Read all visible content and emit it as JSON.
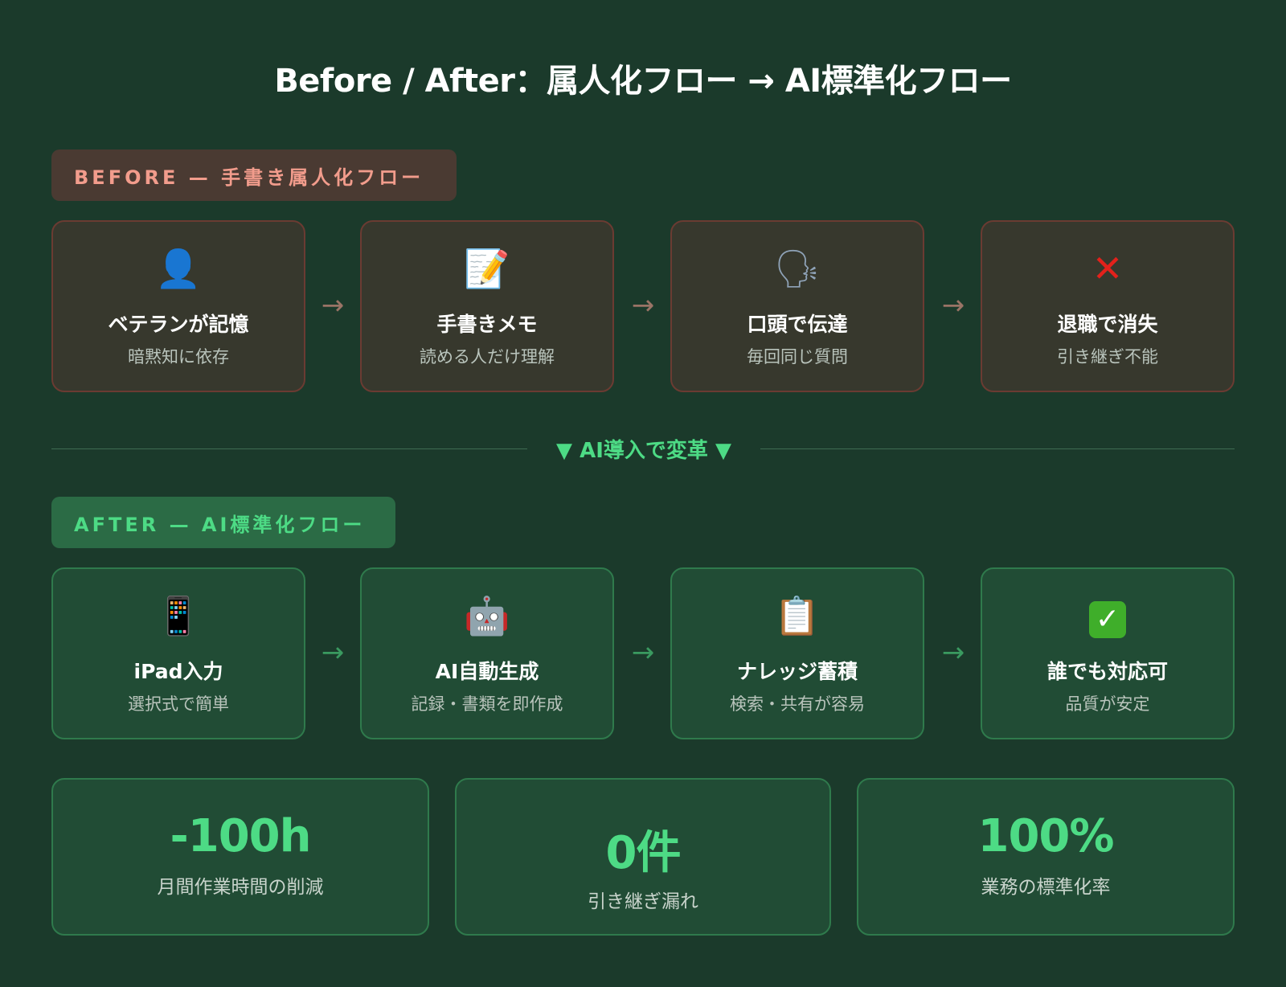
{
  "title": "Before / After：属人化フロー → AI標準化フロー",
  "before": {
    "tag": "BEFORE — 手書き属人化フロー",
    "steps": [
      {
        "icon": "person-icon",
        "glyph": "👤",
        "title": "ベテランが記憶",
        "sub": "暗黙知に依存"
      },
      {
        "icon": "memo-icon",
        "glyph": "📝",
        "title": "手書きメモ",
        "sub": "読める人だけ理解"
      },
      {
        "icon": "speaking-head-icon",
        "glyph": "🗣",
        "title": "口頭で伝達",
        "sub": "毎回同じ質問"
      },
      {
        "icon": "cross-mark-icon",
        "glyph": "✕",
        "title": "退職で消失",
        "sub": "引き継ぎ不能"
      }
    ],
    "arrow": "→"
  },
  "divider": {
    "label": "▼ AI導入で変革 ▼"
  },
  "after": {
    "tag": "AFTER — AI標準化フロー",
    "steps": [
      {
        "icon": "tablet-icon",
        "glyph": "📱",
        "title": "iPad入力",
        "sub": "選択式で簡単"
      },
      {
        "icon": "robot-icon",
        "glyph": "🤖",
        "title": "AI自動生成",
        "sub": "記録・書類を即作成"
      },
      {
        "icon": "clipboard-icon",
        "glyph": "📋",
        "title": "ナレッジ蓄積",
        "sub": "検索・共有が容易"
      },
      {
        "icon": "check-mark-icon",
        "glyph": "✓",
        "title": "誰でも対応可",
        "sub": "品質が安定"
      }
    ],
    "arrow": "→"
  },
  "stats": [
    {
      "value": "-100h",
      "label": "月間作業時間の削減"
    },
    {
      "value": "0件",
      "label": "引き継ぎ漏れ"
    },
    {
      "value": "100%",
      "label": "業務の標準化率"
    }
  ],
  "colors": {
    "background": "#1b3a2b",
    "before_accent": "#f29c8c",
    "after_accent": "#4ddb85"
  }
}
